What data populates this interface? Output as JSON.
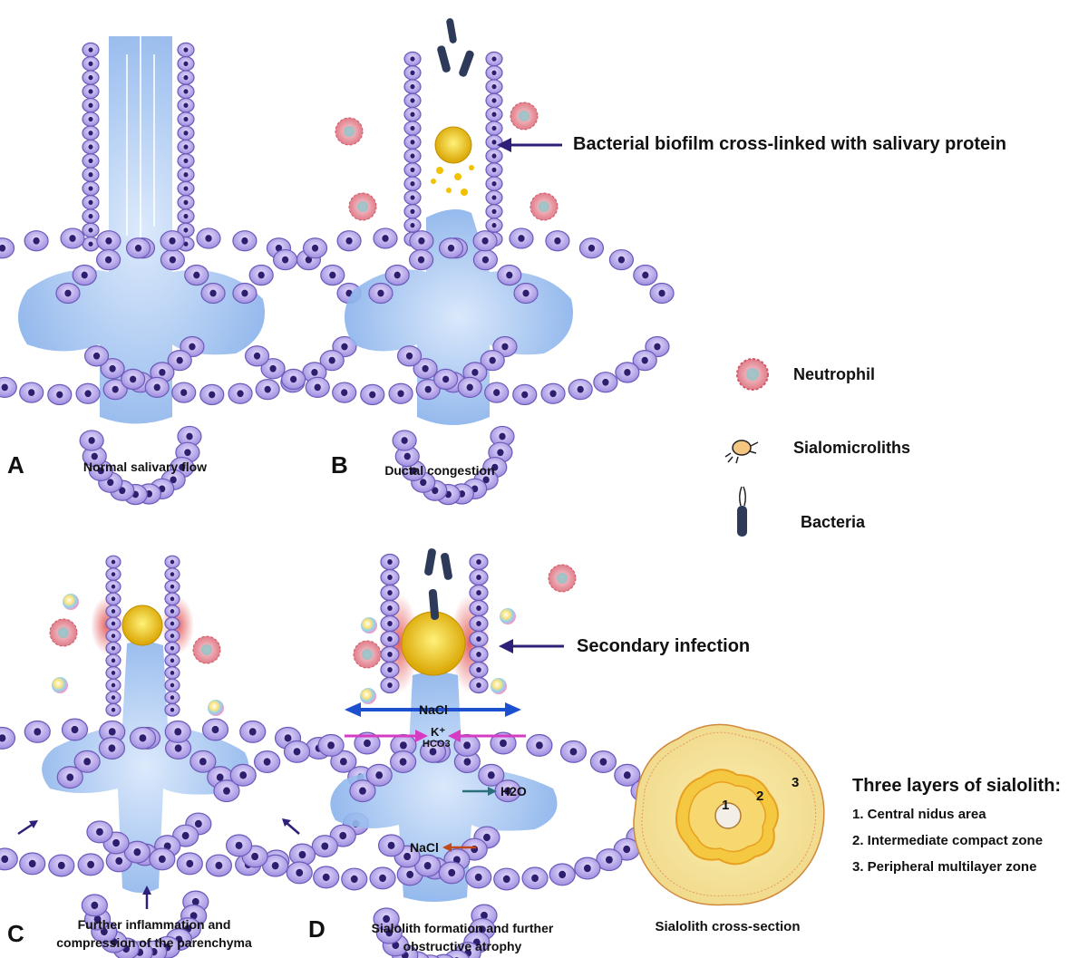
{
  "panels": [
    {
      "letter": "A",
      "caption": "Normal salivary flow"
    },
    {
      "letter": "B",
      "caption": "Ductal congestion"
    },
    {
      "letter": "C",
      "caption_line1": "Further inflammation and",
      "caption_line2": "compression of the parenchyma"
    },
    {
      "letter": "D",
      "caption_line1": "Sialolith formation and further",
      "caption_line2": "obstructive atrophy"
    }
  ],
  "callouts": {
    "biofilm": "Bacterial biofilm cross-linked with salivary protein",
    "secondary_infection": "Secondary infection"
  },
  "ion_labels": {
    "nacl_top": "NaCl",
    "k_plus": "K⁺",
    "hco3": "HCO3",
    "h2o": "H2O",
    "nacl_bottom": "NaCl"
  },
  "legend": [
    {
      "icon": "neutrophil-icon",
      "label": "Neutrophil"
    },
    {
      "icon": "sialomicrolith-icon",
      "label": "Sialomicroliths"
    },
    {
      "icon": "bacteria-icon",
      "label": "Bacteria"
    }
  ],
  "cross_section": {
    "caption": "Sialolith cross-section",
    "numbers": [
      "1",
      "2",
      "3"
    ],
    "title": "Three layers of sialolith:",
    "layers": [
      "1. Central nidus area",
      "2. Intermediate compact zone",
      "3. Peripheral multilayer zone"
    ]
  },
  "colors": {
    "cell_fill": "#b7a6e8",
    "cell_stroke": "#6b5bb8",
    "nucleus": "#2e1f6e",
    "lumen": "#8fb8ee",
    "biofilm": "#f2c200",
    "arrow_navy": "#2f1f78",
    "nacl_arrow": "#1d4fd1",
    "k_arrow": "#d63bc4",
    "h2o_arrow": "#2a6f7c",
    "nacl2_arrow": "#c24a1a",
    "neutrophil": "#e98f9a"
  }
}
